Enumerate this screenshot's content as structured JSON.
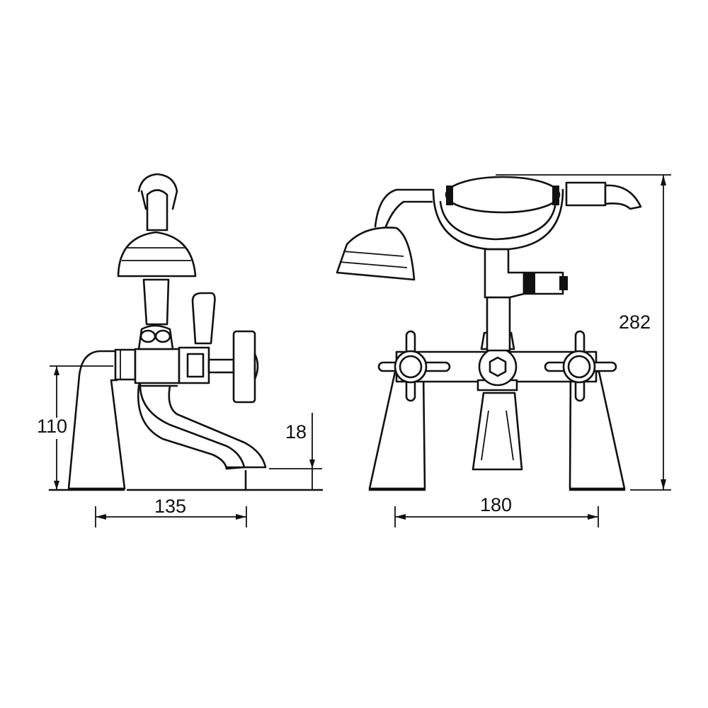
{
  "drawing": {
    "side_view": {
      "dimensions": {
        "deck_height": "110",
        "spout_clearance": "18",
        "projection": "135"
      }
    },
    "front_view": {
      "dimensions": {
        "centres": "180",
        "overall_height": "282"
      }
    },
    "line_color": "#111111",
    "background": "#ffffff"
  }
}
